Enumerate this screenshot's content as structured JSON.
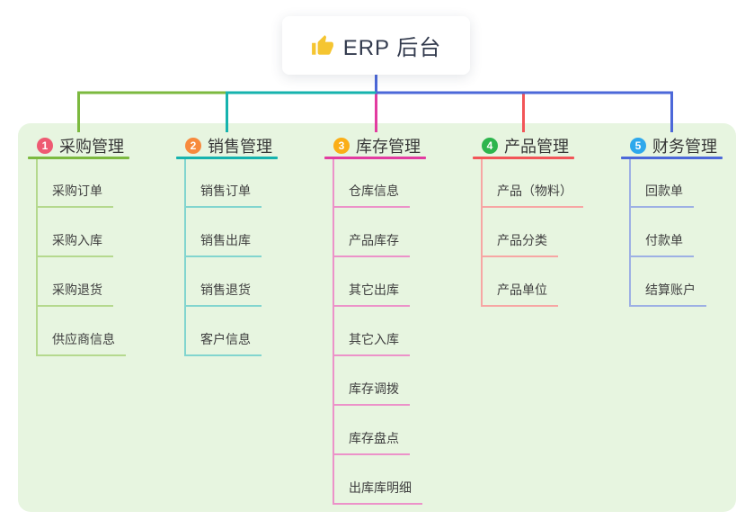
{
  "root": {
    "title": "ERP 后台",
    "icon": "thumbs-up-icon",
    "stem_color": "#4c68d9",
    "card_bg": "#ffffff"
  },
  "panel_color": "#e7f5e0",
  "branches": [
    {
      "badge": "1",
      "title": "采购管理",
      "badge_color": "#ee5a72",
      "line_color": "#7cb93f",
      "light_color": "#b5d98e",
      "children": [
        "采购订单",
        "采购入库",
        "采购退货",
        "供应商信息"
      ]
    },
    {
      "badge": "2",
      "title": "销售管理",
      "badge_color": "#f78a3d",
      "line_color": "#16b3ae",
      "light_color": "#82d5cf",
      "children": [
        "销售订单",
        "销售出库",
        "销售退货",
        "客户信息"
      ]
    },
    {
      "badge": "3",
      "title": "库存管理",
      "badge_color": "#fbae17",
      "line_color": "#e23ba0",
      "light_color": "#ec92c9",
      "children": [
        "仓库信息",
        "产品库存",
        "其它出库",
        "其它入库",
        "库存调拨",
        "库存盘点",
        "出库库明细"
      ]
    },
    {
      "badge": "4",
      "title": "产品管理",
      "badge_color": "#2db54d",
      "line_color": "#f25558",
      "light_color": "#f7a6a4",
      "children": [
        "产品（物料）",
        "产品分类",
        "产品单位"
      ]
    },
    {
      "badge": "5",
      "title": "财务管理",
      "badge_color": "#2ea8ec",
      "line_color": "#4c68d9",
      "light_color": "#9db0e4",
      "children": [
        "回款单",
        "付款单",
        "结算账户"
      ]
    }
  ]
}
